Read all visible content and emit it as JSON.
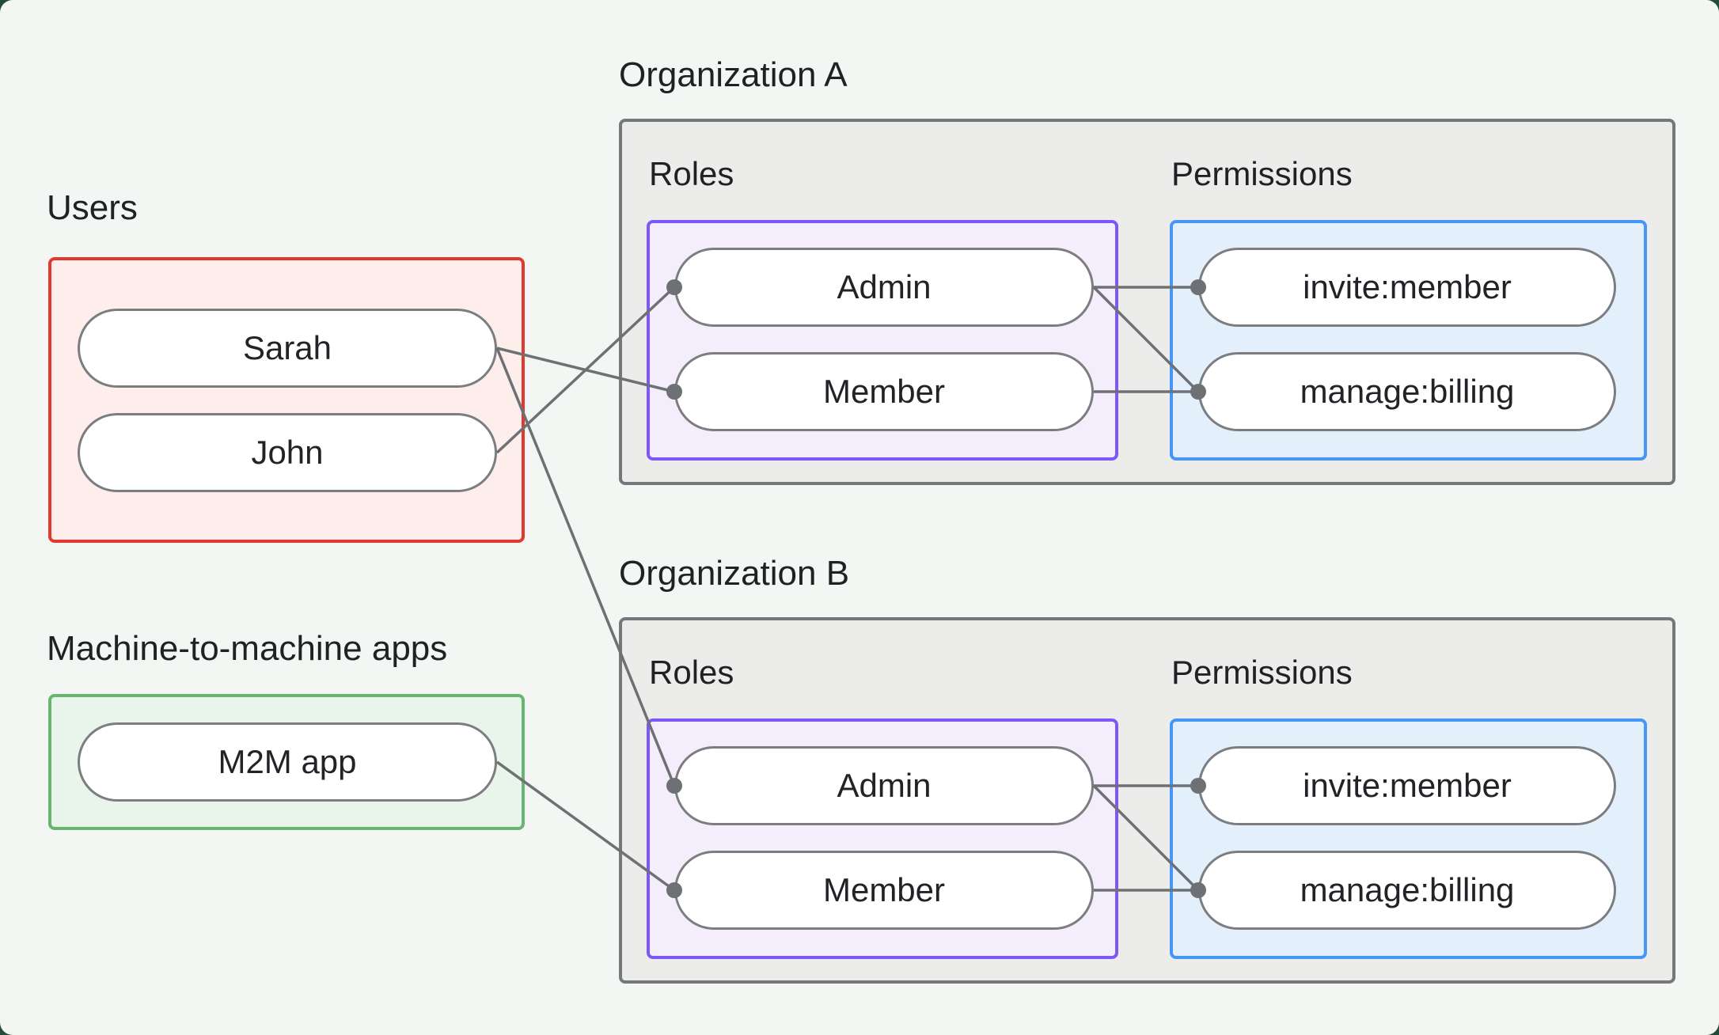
{
  "users": {
    "label": "Users",
    "nodes": [
      "Sarah",
      "John"
    ]
  },
  "m2m": {
    "label": "Machine-to-machine apps",
    "nodes": [
      "M2M app"
    ]
  },
  "organizations": [
    {
      "label": "Organization A",
      "roles_label": "Roles",
      "permissions_label": "Permissions",
      "roles": [
        "Admin",
        "Member"
      ],
      "permissions": [
        "invite:member",
        "manage:billing"
      ]
    },
    {
      "label": "Organization B",
      "roles_label": "Roles",
      "permissions_label": "Permissions",
      "roles": [
        "Admin",
        "Member"
      ],
      "permissions": [
        "invite:member",
        "manage:billing"
      ]
    }
  ],
  "connections": [
    {
      "from": "John",
      "to": "Organization A / Admin"
    },
    {
      "from": "Sarah",
      "to": "Organization A / Member"
    },
    {
      "from": "Sarah",
      "to": "Organization B / Admin"
    },
    {
      "from": "M2M app",
      "to": "Organization B / Member"
    },
    {
      "from": "Organization A / Admin",
      "to": "Organization A / invite:member"
    },
    {
      "from": "Organization A / Admin",
      "to": "Organization A / manage:billing"
    },
    {
      "from": "Organization A / Member",
      "to": "Organization A / manage:billing"
    },
    {
      "from": "Organization B / Admin",
      "to": "Organization B / invite:member"
    },
    {
      "from": "Organization B / Admin",
      "to": "Organization B / manage:billing"
    },
    {
      "from": "Organization B / Member",
      "to": "Organization B / manage:billing"
    }
  ],
  "colors": {
    "page_background": "#f3f6f2",
    "outer_background": "#214e39",
    "users_border": "#e03a30",
    "users_fill": "#fdedeb",
    "m2m_border": "#66b573",
    "m2m_fill": "#e9f4ea",
    "org_border": "#75787b",
    "org_fill": "#ececeb",
    "roles_border": "#7e57f8",
    "roles_fill": "#f4eefc",
    "permissions_border": "#4596f6",
    "permissions_fill": "#e3f0fc",
    "node_fill": "#ffffff",
    "node_border": "#7b7d80",
    "edge": "#6e7174",
    "text": "#1f2125"
  }
}
